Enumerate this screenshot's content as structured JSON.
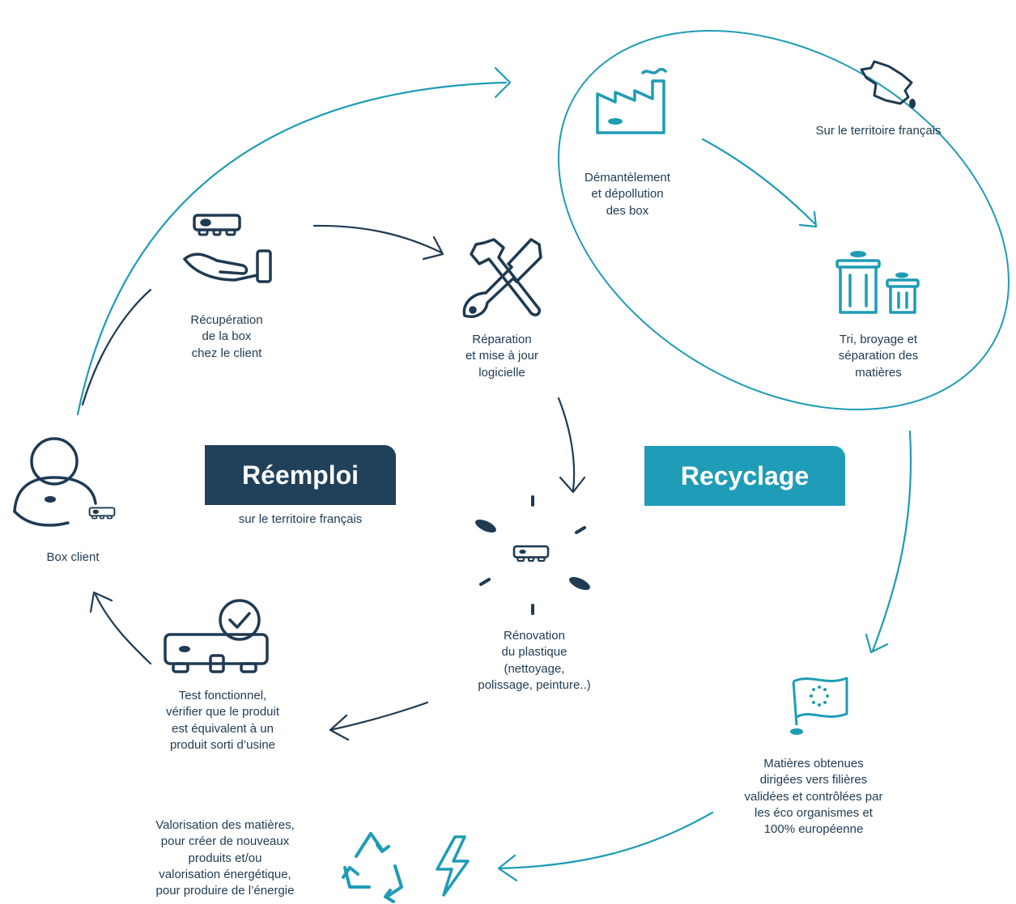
{
  "colors": {
    "navy": "#1f3a52",
    "teal": "#1e9cb5",
    "navy_badge": "#21405a",
    "teal_badge": "#1f9cb8"
  },
  "badges": {
    "reemploi": {
      "title": "Réemploi",
      "subtitle": "sur le territoire français"
    },
    "recyclage": {
      "title": "Recyclage"
    }
  },
  "steps": {
    "box_client": "Box client",
    "recuperation": "Récupération\nde la box\nchez le client",
    "reparation": "Réparation\net mise à jour\nlogicielle",
    "renovation": "Rénovation\ndu plastique\n(nettoyage,\npolissage, peinture..)",
    "test": "Test fonctionnel,\nvérifier que le produit\nest équivalent à un\nproduit sorti d’usine",
    "demantelement": "Démantèlement\net dépollution\ndes box",
    "territoire": "Sur le territoire français",
    "tri": "Tri, broyage et\nséparation des\nmatières",
    "matieres": "Matières obtenues\ndirigées vers filières\nvalidées et contrôlées par\nles éco organismes et\n100% européenne",
    "valorisation": "Valorisation des matières,\npour créer de nouveaux\nproduits et/ou\nvalorisation énergétique,\npour produire de l’énergie"
  },
  "icons": {
    "box_client": "person-with-box-icon",
    "recuperation": "hand-holding-box-icon",
    "reparation": "wrench-screwdriver-icon",
    "renovation": "sparkling-box-icon",
    "test": "box-checkmark-icon",
    "demantelement": "factory-icon",
    "territoire": "france-map-icon",
    "tri": "trash-bins-icon",
    "matieres": "eu-flag-icon",
    "recycle": "recycle-icon",
    "energy": "lightning-icon"
  }
}
